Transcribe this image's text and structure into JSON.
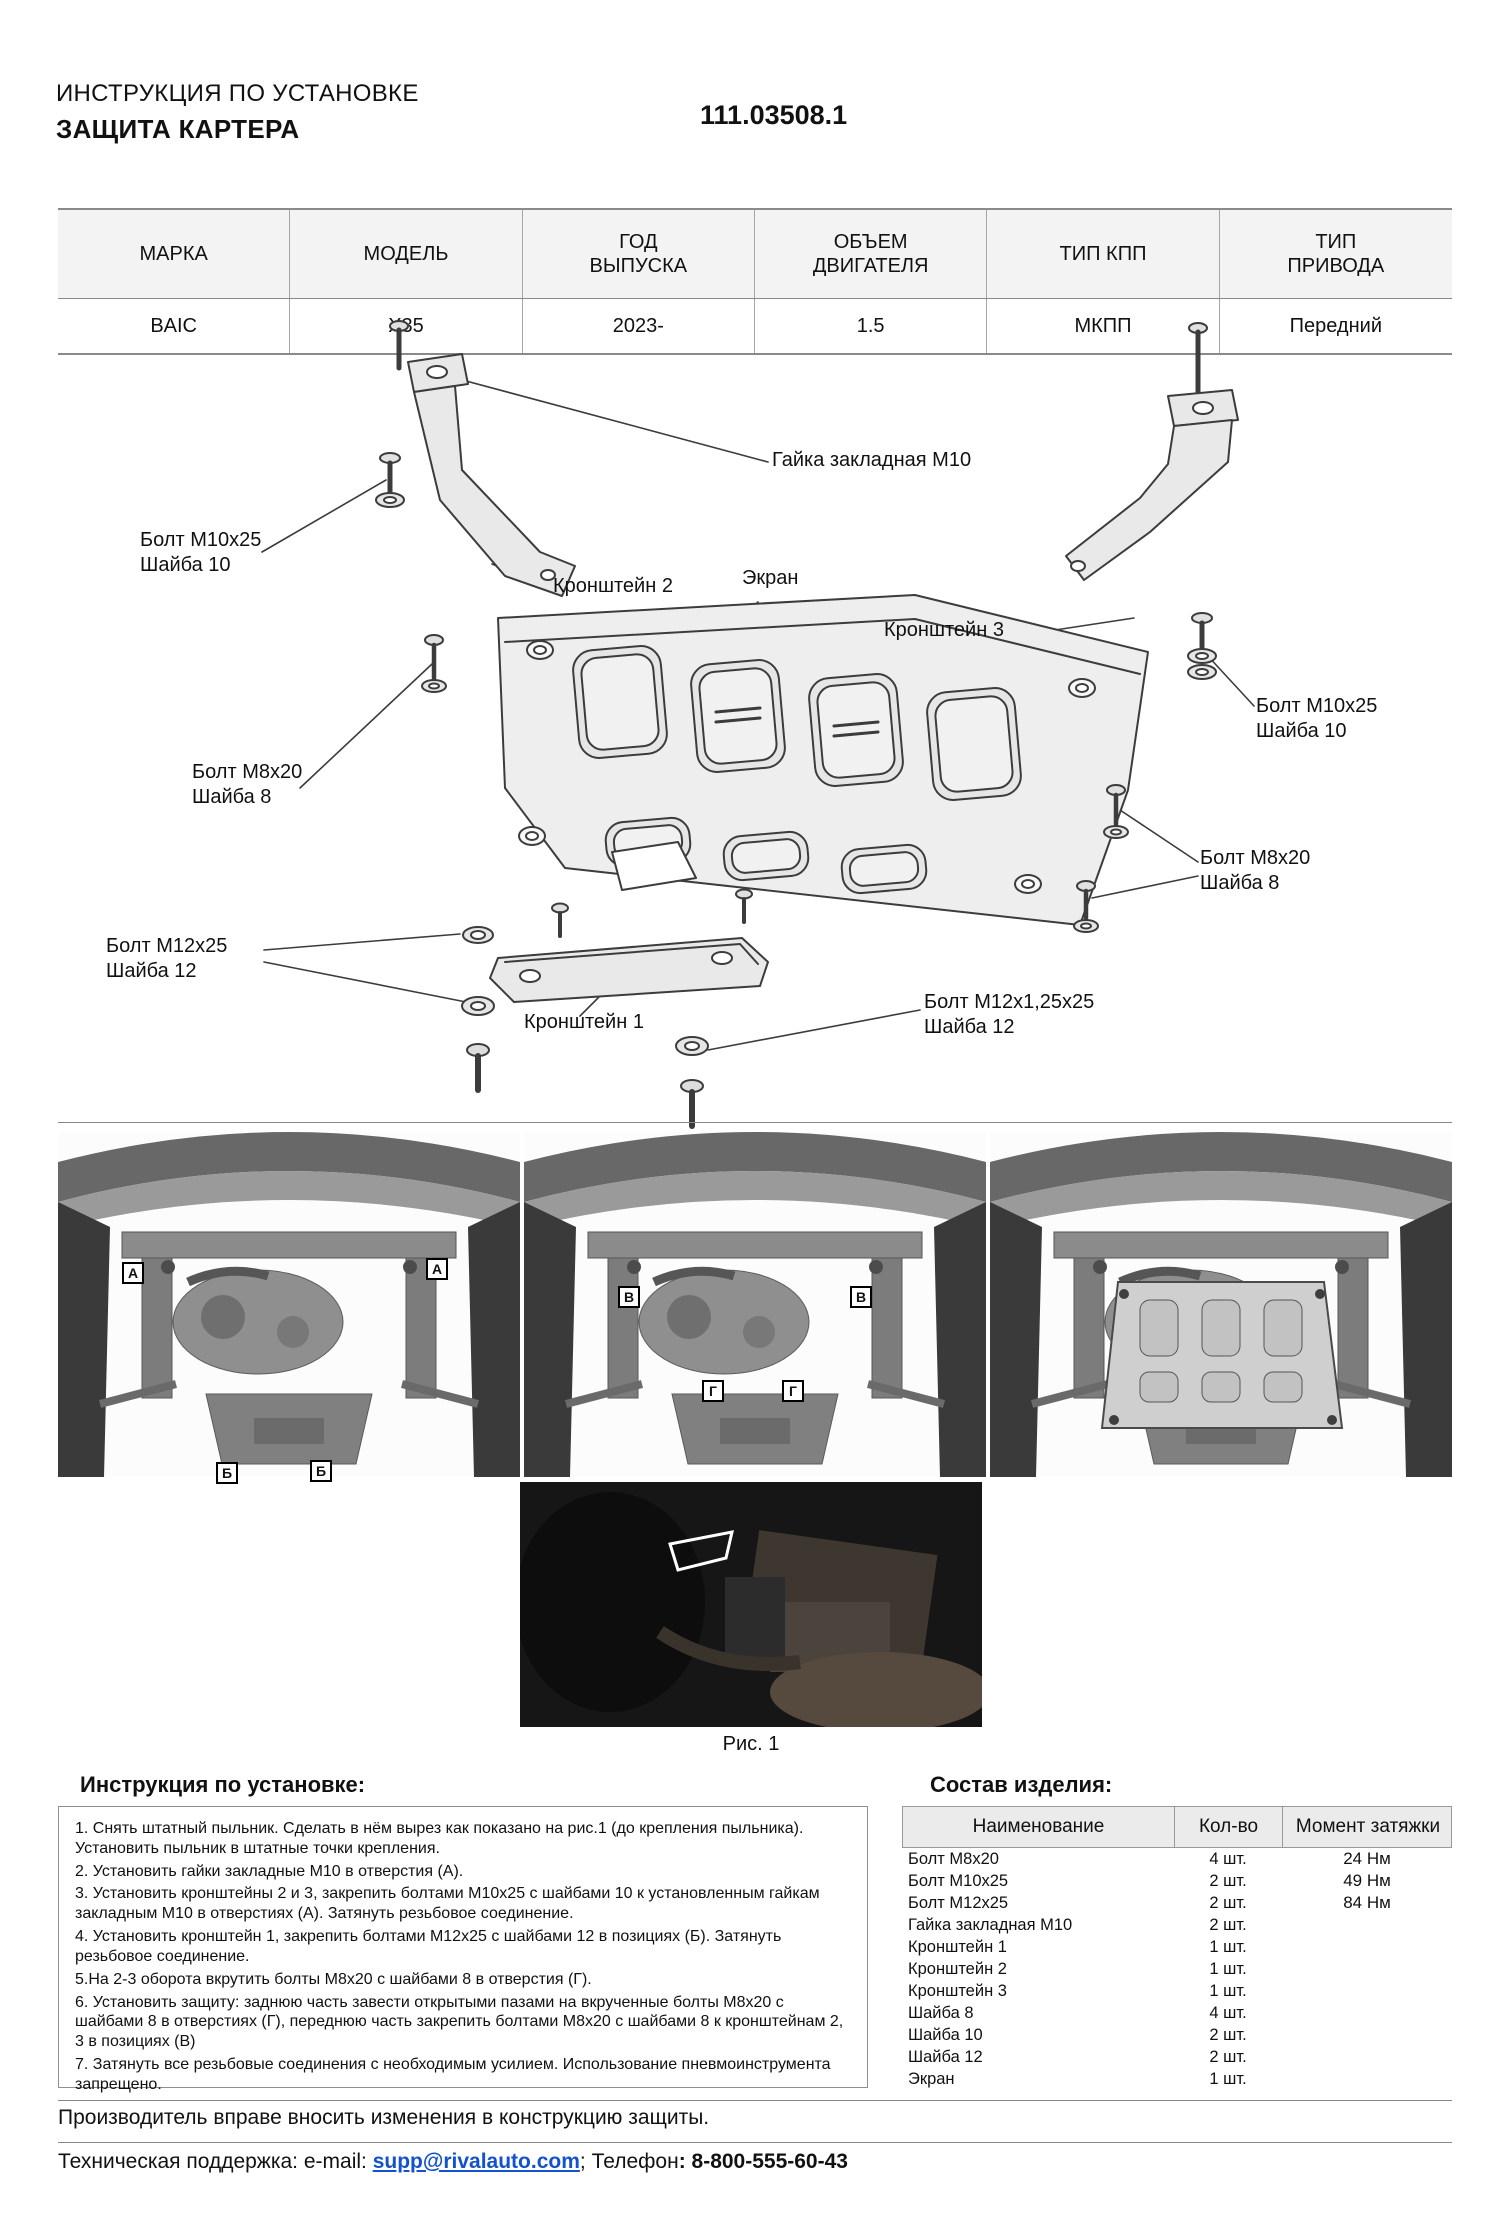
{
  "header": {
    "doc_type": "ИНСТРУКЦИЯ ПО УСТАНОВКЕ",
    "product": "ЗАЩИТА КАРТЕРА",
    "part_number": "111.03508.1"
  },
  "spec_table": {
    "headers": [
      "МАРКА",
      "МОДЕЛЬ",
      "ГОД\nВЫПУСКА",
      "ОБЪЕМ\nДВИГАТЕЛЯ",
      "ТИП КПП",
      "ТИП\nПРИВОДА"
    ],
    "values": [
      "BAIC",
      "X35",
      "2023-",
      "1.5",
      "МКПП",
      "Передний"
    ]
  },
  "diagram": {
    "labels": {
      "nut_m10": "Гайка закладная М10",
      "bolt_m10_left": "Болт М10х25\nШайба 10",
      "bracket_2": "Кронштейн 2",
      "screen": "Экран",
      "bracket_3": "Кронштейн 3",
      "bolt_m10_right": "Болт М10х25\nШайба 10",
      "bolt_m8_left": "Болт М8х20\nШайба 8",
      "bolt_m8_right": "Болт М8х20\nШайба 8",
      "bolt_m12_left": "Болт М12х25\nШайба 12",
      "bracket_1": "Кронштейн 1",
      "bolt_m12_right": "Болт М12х1,25х25\nШайба 12"
    }
  },
  "photos": {
    "callout_a": "А",
    "callout_b": "Б",
    "callout_v": "В",
    "callout_g": "Г",
    "figure_caption": "Рис. 1"
  },
  "instructions": {
    "title": "Инструкция по установке:",
    "steps": [
      "1. Снять штатный пыльник. Сделать в нём вырез как показано на рис.1 (до крепления пыльника). Установить пыльник в штатные точки крепления.",
      "2. Установить гайки закладные М10 в отверстия (А).",
      "3. Установить кронштейны 2 и 3, закрепить болтами М10х25 с шайбами 10 к установленным гайкам закладным М10 в отверстиях (А). Затянуть резьбовое соединение.",
      "4. Установить кронштейн 1, закрепить болтами М12х25 с шайбами 12 в позициях (Б). Затянуть резьбовое соединение.",
      "5.На 2-3 оборота вкрутить болты М8х20 с шайбами 8 в отверстия (Г).",
      "6. Установить защиту: заднюю часть завести открытыми пазами на вкрученные болты М8х20 с шайбами 8 в отверстиях (Г), переднюю часть закрепить болтами М8х20 с шайбами 8 к кронштейнам 2, 3 в позициях (В)",
      "7. Затянуть все резьбовые соединения с необходимым усилием. Использование пневмоинструмента запрещено."
    ]
  },
  "parts": {
    "title": "Состав изделия:",
    "columns": {
      "name": "Наименование",
      "qty": "Кол-во",
      "torque": "Момент затяжки"
    },
    "rows": [
      {
        "name": "Болт М8х20",
        "qty": "4 шт.",
        "torque": "24 Нм"
      },
      {
        "name": "Болт М10х25",
        "qty": "2 шт.",
        "torque": "49 Нм"
      },
      {
        "name": "Болт М12х25",
        "qty": "2 шт.",
        "torque": "84 Нм"
      },
      {
        "name": "Гайка закладная М10",
        "qty": "2 шт.",
        "torque": ""
      },
      {
        "name": "Кронштейн 1",
        "qty": "1 шт.",
        "torque": ""
      },
      {
        "name": "Кронштейн 2",
        "qty": "1 шт.",
        "torque": ""
      },
      {
        "name": "Кронштейн 3",
        "qty": "1 шт.",
        "torque": ""
      },
      {
        "name": "Шайба 8",
        "qty": "4 шт.",
        "torque": ""
      },
      {
        "name": "Шайба 10",
        "qty": "2 шт.",
        "torque": ""
      },
      {
        "name": "Шайба 12",
        "qty": "2 шт.",
        "torque": ""
      },
      {
        "name": "Экран",
        "qty": "1 шт.",
        "torque": ""
      }
    ]
  },
  "footer": {
    "disclaimer": "Производитель вправе вносить изменения в конструкцию защиты.",
    "support_prefix": "Техническая поддержка:  e-mail: ",
    "email": "supp@rivalauto.com",
    "separator": "; ",
    "phone_label": "Телефон",
    "phone": ": 8-800-555-60-43"
  }
}
